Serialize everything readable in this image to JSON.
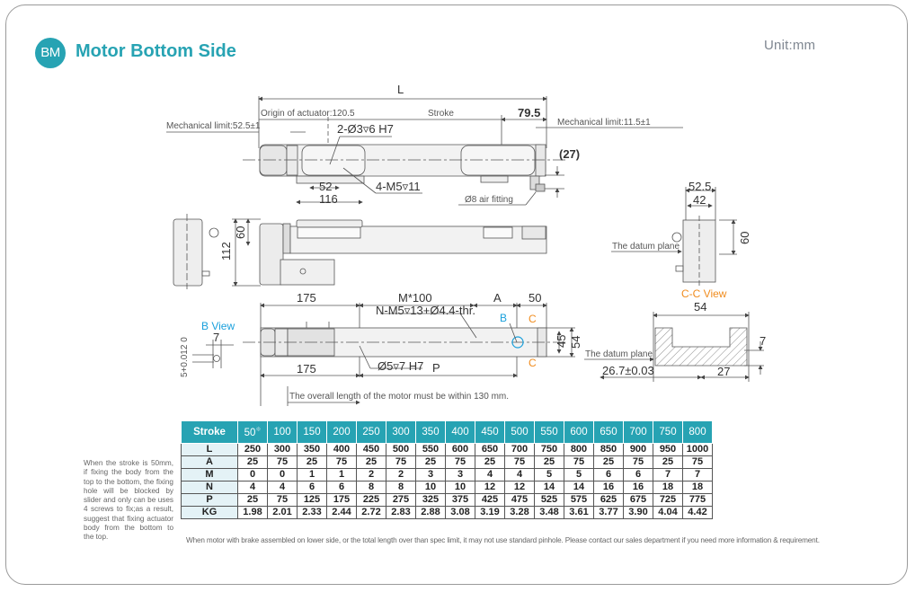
{
  "header": {
    "badge": "BM",
    "title": "Motor Bottom Side",
    "unit": "Unit:mm"
  },
  "top_view": {
    "L": "L",
    "origin": "Origin of actuator:120.5",
    "stroke": "Stroke",
    "end_length": "79.5",
    "mech_limit_left": "Mechanical limit:52.5±1",
    "mech_limit_right": "Mechanical limit:11.5±1",
    "pin_hole": "2-Ø3▿6 H7",
    "tapped_hole": "4-M5▿11",
    "dim_52": "52",
    "dim_116": "116",
    "dim_27": "(27)",
    "air_fitting": "Ø8 air fitting"
  },
  "side_view": {
    "dim_112": "112",
    "dim_60": "60"
  },
  "end_view": {
    "dim_52_5": "52.5",
    "dim_42": "42",
    "dim_60": "60",
    "datum": "The datum plane",
    "caption": "C-C View"
  },
  "bottom_view": {
    "dim_175_top": "175",
    "m100": "M*100",
    "A": "A",
    "dim_50": "50",
    "holes": "N-M5▿13+Ø4.4-thr.",
    "B": "B",
    "C_top": "C",
    "C_bottom": "C",
    "dim_45": "45",
    "dim_54": "54",
    "dim_175_bottom": "175",
    "pin": "Ø5▿7 H7",
    "P": "P",
    "motor_note": "The overall length of the motor must be within 130 mm."
  },
  "b_view": {
    "caption": "B View",
    "dim_7": "7",
    "tolerance": "5+0.012 0"
  },
  "section_view": {
    "dim_54": "54",
    "dim_7": "7",
    "datum": "The datum plane",
    "dim_26_7": "26.7±0.03",
    "dim_27": "27"
  },
  "spec_table": {
    "header_label": "Stroke",
    "strokes": [
      "50",
      "100",
      "150",
      "200",
      "250",
      "300",
      "350",
      "400",
      "450",
      "500",
      "550",
      "600",
      "650",
      "700",
      "750",
      "800"
    ],
    "stroke_mark": "※",
    "rows": [
      {
        "label": "L",
        "values": [
          "250",
          "300",
          "350",
          "400",
          "450",
          "500",
          "550",
          "600",
          "650",
          "700",
          "750",
          "800",
          "850",
          "900",
          "950",
          "1000"
        ]
      },
      {
        "label": "A",
        "values": [
          "25",
          "75",
          "25",
          "75",
          "25",
          "75",
          "25",
          "75",
          "25",
          "75",
          "25",
          "75",
          "25",
          "75",
          "25",
          "75"
        ]
      },
      {
        "label": "M",
        "values": [
          "0",
          "0",
          "1",
          "1",
          "2",
          "2",
          "3",
          "3",
          "4",
          "4",
          "5",
          "5",
          "6",
          "6",
          "7",
          "7"
        ]
      },
      {
        "label": "N",
        "values": [
          "4",
          "4",
          "6",
          "6",
          "8",
          "8",
          "10",
          "10",
          "12",
          "12",
          "14",
          "14",
          "16",
          "16",
          "18",
          "18"
        ]
      },
      {
        "label": "P",
        "values": [
          "25",
          "75",
          "125",
          "175",
          "225",
          "275",
          "325",
          "375",
          "425",
          "475",
          "525",
          "575",
          "625",
          "675",
          "725",
          "775"
        ]
      },
      {
        "label": "KG",
        "values": [
          "1.98",
          "2.01",
          "2.33",
          "2.44",
          "2.72",
          "2.83",
          "2.88",
          "3.08",
          "3.19",
          "3.28",
          "3.48",
          "3.61",
          "3.77",
          "3.90",
          "4.04",
          "4.42"
        ]
      }
    ]
  },
  "side_note": "When the stroke is 50mm, if fixing the body from the top to the bottom, the fixing hole will be blocked by slider and only can be uses 4 screws to fix;as a result, suggest that fixing actuator body from the bottom to the top.",
  "footnote": "When motor with brake assembled on lower side, or the total length over than spec limit, it may not use standard pinhole. Please contact our sales department if you need more information & requirement.",
  "colors": {
    "accent": "#27a3b3",
    "blue_label": "#1aa0dc",
    "orange_label": "#f08c1e",
    "table_label_bg": "#e4f2f6"
  }
}
